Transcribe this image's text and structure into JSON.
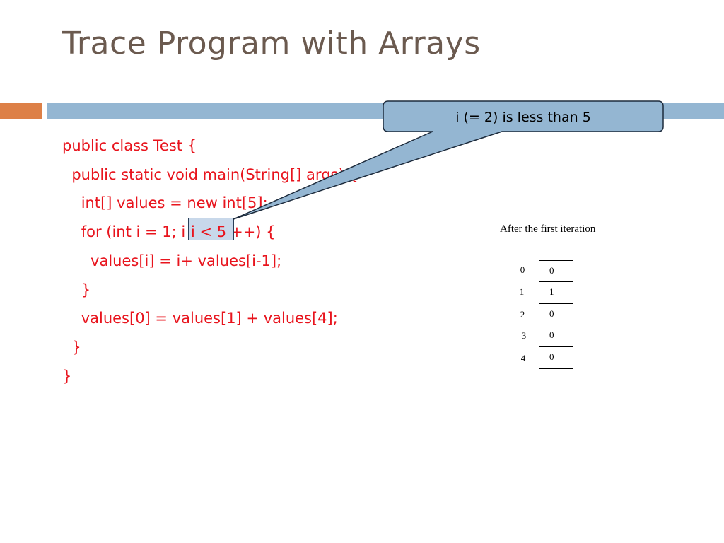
{
  "slide": {
    "title": "Trace Program with Arrays"
  },
  "code": {
    "lines": [
      "public class Test {",
      "  public static void main(String[] args) {",
      "    int[] values = new int[5];",
      "    for (int i = 1; i < 5; i++) {",
      "      values[i] = i+ values[i-1];",
      "    }",
      "    values[0] = values[1] + values[4];",
      "  }",
      "}"
    ],
    "highlight": "i < 5"
  },
  "callout": {
    "text": "i (= 2) is less than 5"
  },
  "array": {
    "caption": "After the first iteration",
    "indices": [
      "0",
      "1",
      "2",
      "3",
      "4"
    ],
    "values": [
      "0",
      "1",
      "0",
      "0",
      "0"
    ]
  },
  "colors": {
    "title": "#6b5a4f",
    "code": "#e8141d",
    "accent_orange": "#dd8047",
    "accent_blue": "#94b6d2",
    "callout_fill": "#94b6d2",
    "highlight_fill": "#c8d8ea"
  }
}
